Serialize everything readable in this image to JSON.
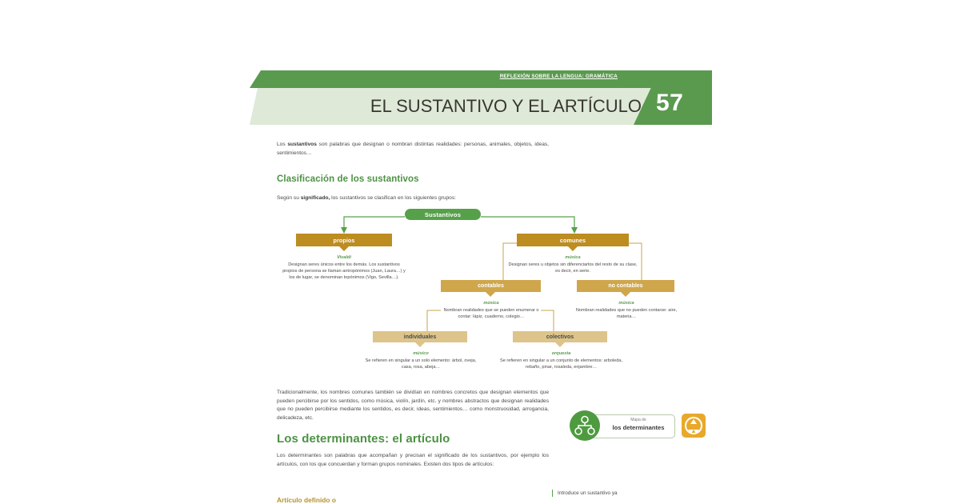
{
  "header": {
    "eyebrow": "REFLEXIÓN SOBRE LA LENGUA: GRAMÁTICA",
    "title": "EL SUSTANTIVO Y EL ARTÍCULO",
    "unit_number": "57",
    "accent_green": "#5a9a4e",
    "panel_green": "#dfe9d8"
  },
  "intro": {
    "text": "Los sustantivos son palabras que designan o nombran distintas realidades: personas, animales, objetos, ideas, sentimientos…"
  },
  "classification": {
    "heading": "Clasificación de los sustantivos",
    "subtext": "Según su significado, los sustantivos se clasifican en los siguientes grupos:"
  },
  "diagram": {
    "root": {
      "label": "Sustantivos",
      "color": "#57a04a"
    },
    "level1": [
      {
        "label": "propios",
        "color": "#bd8d22",
        "keyword": "Vivaldi",
        "caption": "Designan seres únicos entre los demás. Los sustantivos propios de persona se llaman antropónimos (Juan, Laura…) y los de lugar, se denominan topónimos (Vigo, Sevilla…)."
      },
      {
        "label": "comunes",
        "color": "#bd8d22",
        "keyword": "música",
        "caption": "Designan seres u objetos sin diferenciarlos del resto de su clase, es decir, en serie."
      }
    ],
    "level2": [
      {
        "label": "contables",
        "color": "#cfa64b",
        "keyword": "música",
        "caption": "Nombran realidades que se pueden enumerar o contar: lápiz, cuaderno, colegio…"
      },
      {
        "label": "no contables",
        "color": "#cfa64b",
        "keyword": "música",
        "caption": "Nombran realidades que no pueden contarse: aire, materia…"
      }
    ],
    "level3": [
      {
        "label": "individuales",
        "color": "#ddc48a",
        "keyword": "músico",
        "caption": "Se refieren en singular a un solo elemento: árbol, oveja, casa, rosa, abeja…"
      },
      {
        "label": "colectivos",
        "color": "#ddc48a",
        "keyword": "orquesta",
        "caption": "Se refieren en singular a un conjunto de elementos: arboleda, rebaño, pinar, rosaleda, enjambre…"
      }
    ]
  },
  "traditional": {
    "text": "Tradicionalmente, los nombres comunes también se dividían en nombres concretos que designan elementos que pueden percibirse por los sentidos, como música, violín, jardín, etc. y nombres abstractos que designan realidades que no pueden percibirse mediante los sentidos, es decir, ideas, sentimientos… como monstruosidad, arrogancia, delicadeza, etc."
  },
  "determinants": {
    "heading": "Los determinantes: el artículo",
    "text": "Los determinantes son palabras que acompañan y precisan el significado de los sustantivos, por ejemplo los artículos, con los que concuerdan y forman grupos nominales. Existen dos tipos de artículos:",
    "subheading": "Artículo definido o"
  },
  "widget": {
    "sub_label": "Mapa de",
    "label": "los determinantes",
    "circle_icon": "concept-map-icon",
    "recycle_icon": "recycle-icon",
    "circle_color": "#4e9b3f",
    "recycle_color": "#e8a92a"
  },
  "callout": {
    "text": "Introduce un sustantivo ya"
  }
}
